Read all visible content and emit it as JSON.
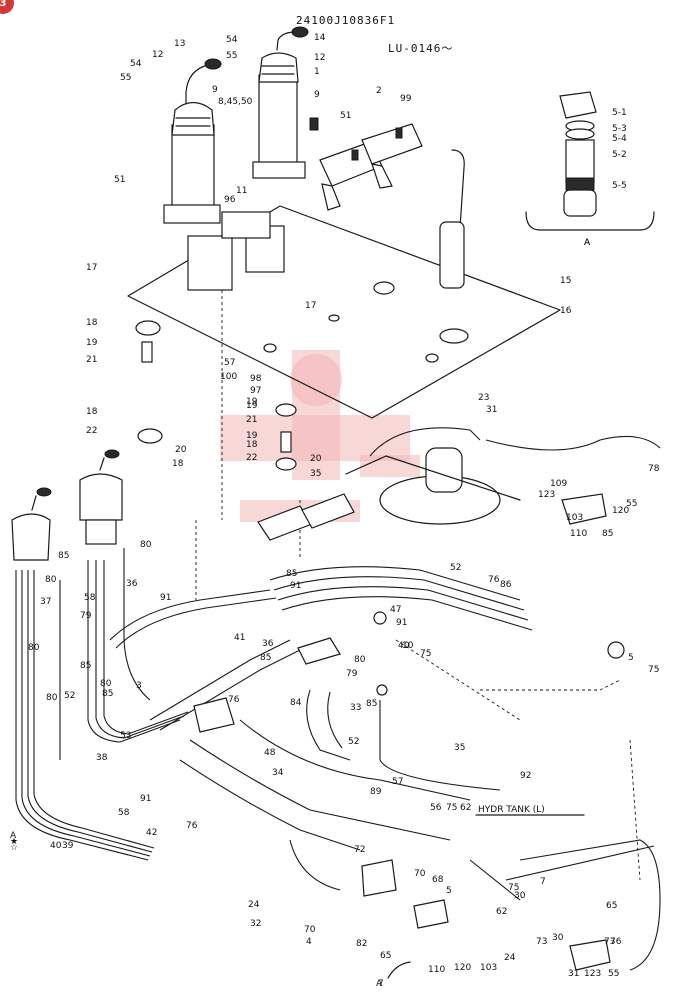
{
  "page_code": "24100J10836F1",
  "serial_range": "LU-0146～",
  "badge": "3",
  "hydr_tank_label": "HYDR TANK (L)",
  "detail_view_label": "A",
  "section_arrow_label": "A",
  "accent_color": "#d23a3a",
  "watermark_color": "#f3b7b7",
  "callouts": [
    "54",
    "55",
    "12",
    "13",
    "54",
    "55",
    "9",
    "8,45,50",
    "51",
    "51",
    "14",
    "12",
    "1",
    "9",
    "2",
    "99",
    "5-1",
    "5-3",
    "5-4",
    "5-2",
    "5-5",
    "A",
    "11",
    "96",
    "17",
    "15",
    "16",
    "17",
    "18",
    "19",
    "21",
    "57",
    "100",
    "98",
    "97",
    "19",
    "18",
    "22",
    "20",
    "18",
    "19",
    "21",
    "19",
    "18",
    "22",
    "20",
    "35",
    "23",
    "31",
    "78",
    "109",
    "123",
    "55",
    "120",
    "103",
    "110",
    "85",
    "80",
    "85",
    "80",
    "85",
    "91",
    "37",
    "36",
    "91",
    "79",
    "80",
    "85",
    "80",
    "52",
    "58",
    "52",
    "76",
    "86",
    "47",
    "91",
    "41",
    "40",
    "10",
    "75",
    "80",
    "85",
    "36",
    "79",
    "80",
    "85",
    "3",
    "76",
    "48",
    "33",
    "85",
    "84",
    "53",
    "38",
    "40",
    "39",
    "42",
    "58",
    "52",
    "91",
    "76",
    "34",
    "35",
    "92",
    "89",
    "57",
    "56",
    "75",
    "62",
    "72",
    "70",
    "68",
    "24",
    "32",
    "70",
    "4",
    "82",
    "5",
    "30",
    "62",
    "7",
    "75",
    "65",
    "73",
    "76",
    "31",
    "123",
    "55",
    "120",
    "103",
    "110",
    "24",
    "73",
    "30",
    "65",
    "7",
    "75",
    "5",
    "A",
    "★",
    "☆"
  ]
}
